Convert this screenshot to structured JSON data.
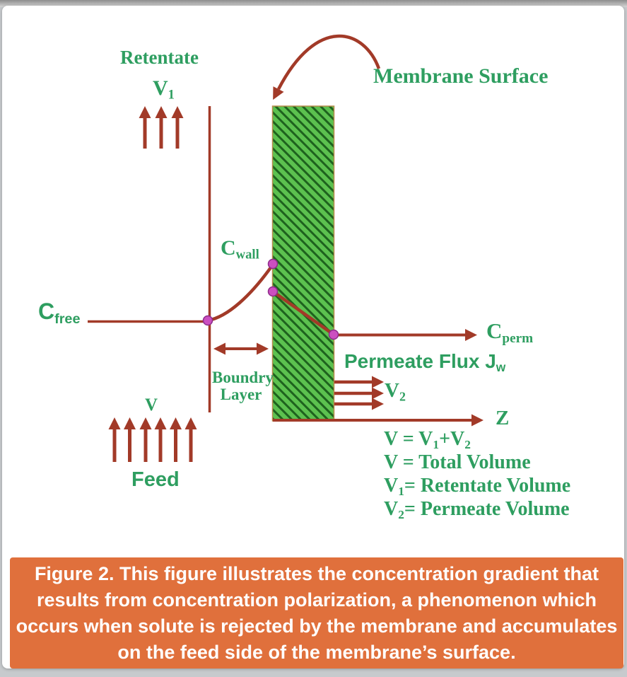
{
  "figure": {
    "labels": {
      "retentate": "Retentate",
      "v1": [
        {
          "t": "V"
        },
        {
          "s": "1"
        }
      ],
      "membrane_surface": "Membrane Surface",
      "c_wall": [
        {
          "t": "C"
        },
        {
          "s": "wall"
        }
      ],
      "c_free": [
        {
          "t": "C"
        },
        {
          "s": "free"
        }
      ],
      "c_perm": [
        {
          "t": "C"
        },
        {
          "s": "perm"
        }
      ],
      "boundary_layer": [
        "Boundry",
        "Layer"
      ],
      "permeate_flux": [
        {
          "t": "Permeate Flux J"
        },
        {
          "s": "w"
        }
      ],
      "v2": [
        {
          "t": "V"
        },
        {
          "s": "2"
        }
      ],
      "v_feed": "V",
      "feed": "Feed",
      "z_axis": "Z"
    },
    "equations": [
      [
        {
          "t": "V = V"
        },
        {
          "s": "1"
        },
        {
          "t": "+V"
        },
        {
          "s": "2"
        }
      ],
      [
        {
          "t": "V = Total Volume"
        }
      ],
      [
        {
          "t": "V"
        },
        {
          "s": "1"
        },
        {
          "t": "= Retentate Volume"
        }
      ],
      [
        {
          "t": "V"
        },
        {
          "s": "2"
        },
        {
          "t": "= Permeate Volume"
        }
      ]
    ],
    "colors": {
      "label_green": "#2E9E60",
      "arrow_red": "#A23A28",
      "membrane_fill": "#5CC14F",
      "membrane_hatch": "#1E621E",
      "membrane_border": "#B68B4C",
      "dot_fill": "#CB4FC0",
      "dot_stroke": "#8D2B8A",
      "caption_bg": "#E0703C",
      "caption_text": "#FFFFFF"
    }
  },
  "caption": {
    "lines": [
      "Figure 2. This figure illustrates the concentration gradient that",
      "results from concentration polarization, a phenomenon which",
      "occurs when solute is rejected by the membrane and accumulates",
      "on the feed side of the membrane’s surface."
    ]
  }
}
